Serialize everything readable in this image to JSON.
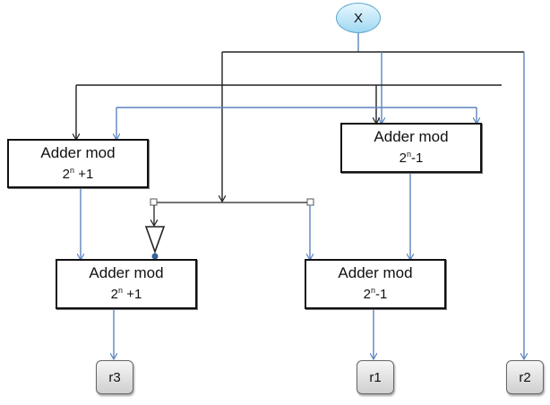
{
  "input_node": {
    "label": "X"
  },
  "blocks": {
    "top_left": {
      "line1": "Adder mod",
      "base": "2",
      "exp": "n",
      "suffix": " +1"
    },
    "top_right": {
      "line1": "Adder mod",
      "base": "2",
      "exp": "n",
      "suffix": "-1"
    },
    "bottom_left": {
      "line1": "Adder mod",
      "base": "2",
      "exp": "n",
      "suffix": " +1"
    },
    "bottom_right": {
      "line1": "Adder mod",
      "base": "2",
      "exp": "n",
      "suffix": "-1"
    }
  },
  "outputs": {
    "r3": "r3",
    "r1": "r1",
    "r2": "r2"
  },
  "colors": {
    "blue_line": "#5b84bf",
    "black_line": "#222222",
    "inverter_dot": "#3b5f9a"
  }
}
